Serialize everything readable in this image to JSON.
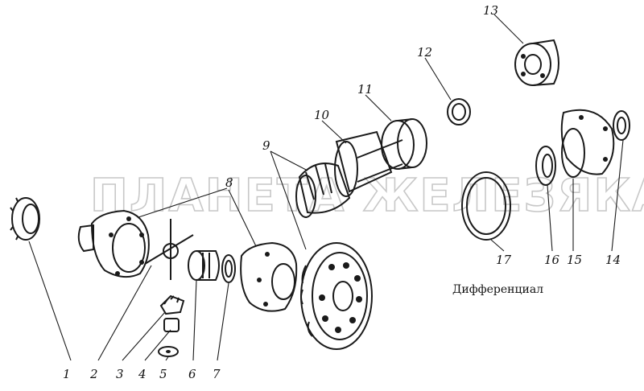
{
  "figure": {
    "caption": "Дифференциал",
    "watermark": "ПЛАНЕТА ЖЕЛЕЗЯКА",
    "callouts": [
      "1",
      "2",
      "3",
      "4",
      "5",
      "6",
      "7",
      "8",
      "9",
      "10",
      "11",
      "12",
      "13",
      "14",
      "15",
      "16",
      "17"
    ]
  }
}
